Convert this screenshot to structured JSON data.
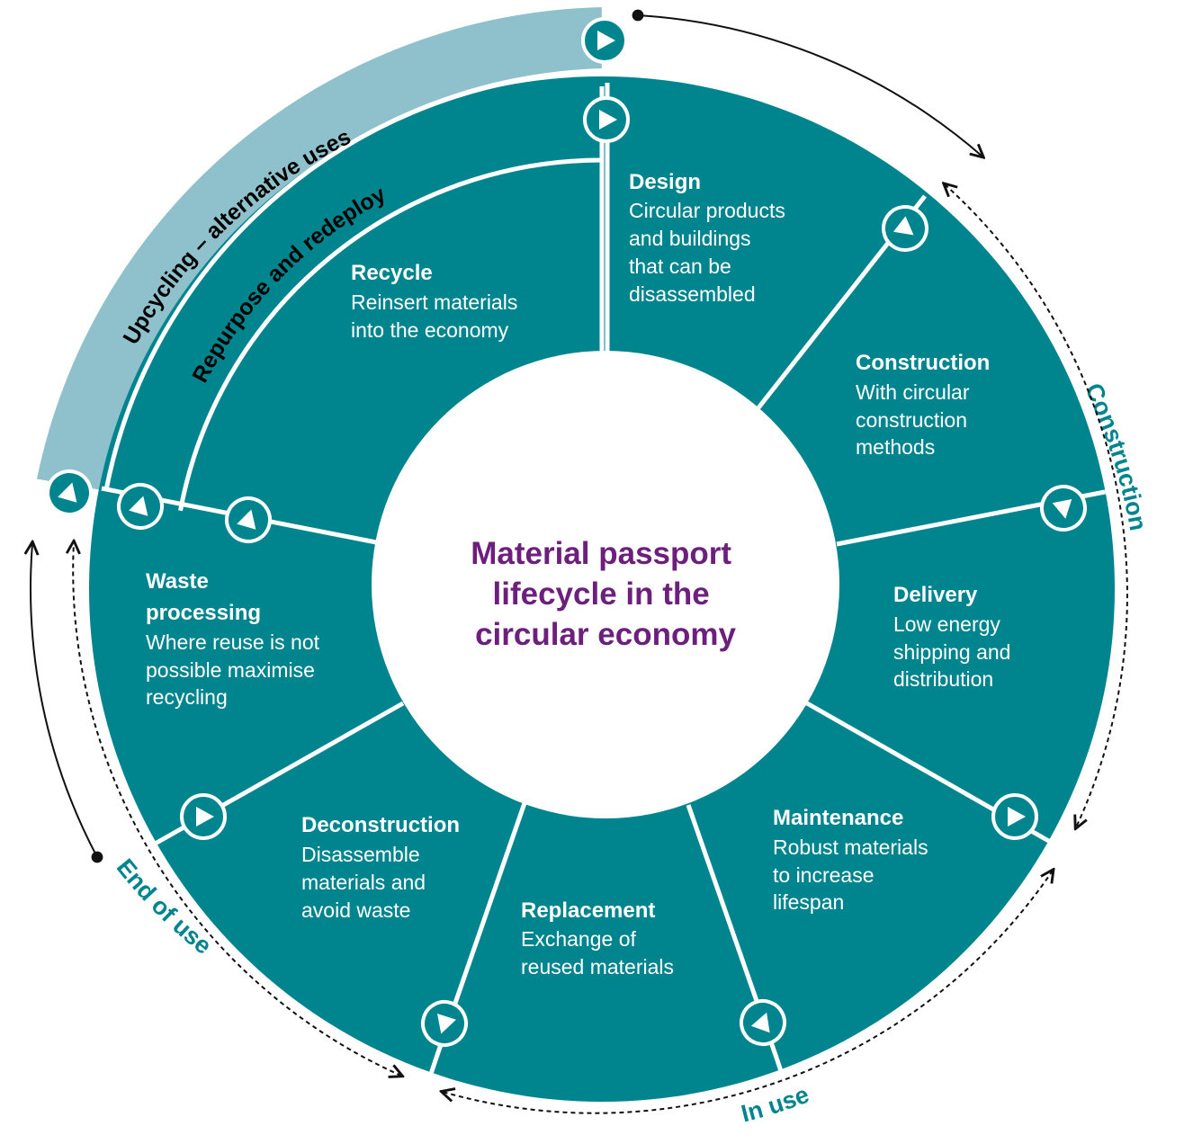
{
  "center_title": [
    "Material passport",
    "lifecycle in the",
    "circular economy"
  ],
  "stages": [
    {
      "id": "design",
      "title": "Design",
      "desc": [
        "Circular products",
        "and buildings",
        "that can be",
        "disassembled"
      ]
    },
    {
      "id": "construction",
      "title": "Construction",
      "desc": [
        "With circular",
        "construction",
        "methods"
      ]
    },
    {
      "id": "delivery",
      "title": "Delivery",
      "desc": [
        "Low energy",
        "shipping and",
        "distribution"
      ]
    },
    {
      "id": "maintenance",
      "title": "Maintenance",
      "desc": [
        "Robust materials",
        "to increase",
        "lifespan"
      ]
    },
    {
      "id": "replacement",
      "title": "Replacement",
      "desc": [
        "Exchange of",
        "reused materials"
      ]
    },
    {
      "id": "deconstruction",
      "title": "Deconstruction",
      "desc": [
        "Disassemble",
        "materials and",
        "avoid waste"
      ]
    },
    {
      "id": "waste-processing",
      "title": [
        "Waste",
        "processing"
      ],
      "desc": [
        "Where reuse is not",
        "possible maximise",
        "recycling"
      ]
    },
    {
      "id": "recycle",
      "title": "Recycle",
      "desc": [
        "Reinsert materials",
        "into the economy"
      ]
    }
  ],
  "arc_labels": {
    "repurpose": "Repurpose and redeploy",
    "upcycling": "Upcycling – alternative uses"
  },
  "phases": {
    "construction": "Construction",
    "in_use": "In use",
    "end_of_use": "End of use"
  },
  "icons": [
    "play-icon"
  ],
  "colors": {
    "teal": "#00858f",
    "light_teal": "#8fc1cd",
    "purple": "#6d1f7e",
    "white": "#ffffff"
  }
}
